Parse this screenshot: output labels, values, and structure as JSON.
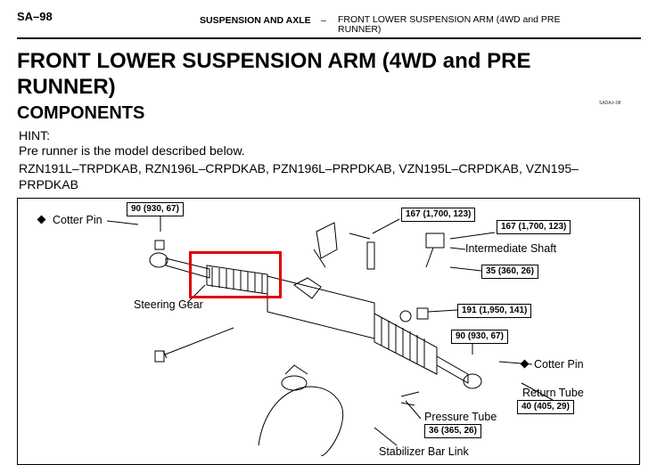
{
  "header": {
    "page_code": "SA–98",
    "section": "SUSPENSION AND AXLE",
    "separator": "–",
    "section_title": "FRONT LOWER SUSPENSION ARM (4WD and PRE RUNNER)"
  },
  "document": {
    "title": "FRONT LOWER SUSPENSION ARM (4WD and PRE RUNNER)",
    "subtitle": "COMPONENTS",
    "figure_code": "SADAJ–08",
    "hint_label": "HINT:",
    "hint_line1": "Pre runner is the model described below.",
    "hint_line2": "RZN191L–TRPDKAB, RZN196L–CRPDKAB, PZN196L–PRPDKAB, VZN195L–CRPDKAB, VZN195–PRPDKAB"
  },
  "diagram": {
    "labels": {
      "cotter_pin_left": "Cotter Pin",
      "steering_gear": "Steering Gear",
      "intermediate_shaft": "Intermediate Shaft",
      "cotter_pin_right": "Cotter Pin",
      "return_tube": "Return Tube",
      "pressure_tube": "Pressure Tube",
      "stabilizer_bar_link": "Stabilizer Bar Link"
    },
    "torques": {
      "t1": "90 (930, 67)",
      "t2": "167 (1,700, 123)",
      "t3": "167 (1,700, 123)",
      "t4": "35 (360, 26)",
      "t5": "191 (1,950, 141)",
      "t6": "90 (930, 67)",
      "t7": "40 (405, 29)",
      "t8": "36 (365, 26)"
    },
    "highlight_color": "#e00000"
  }
}
